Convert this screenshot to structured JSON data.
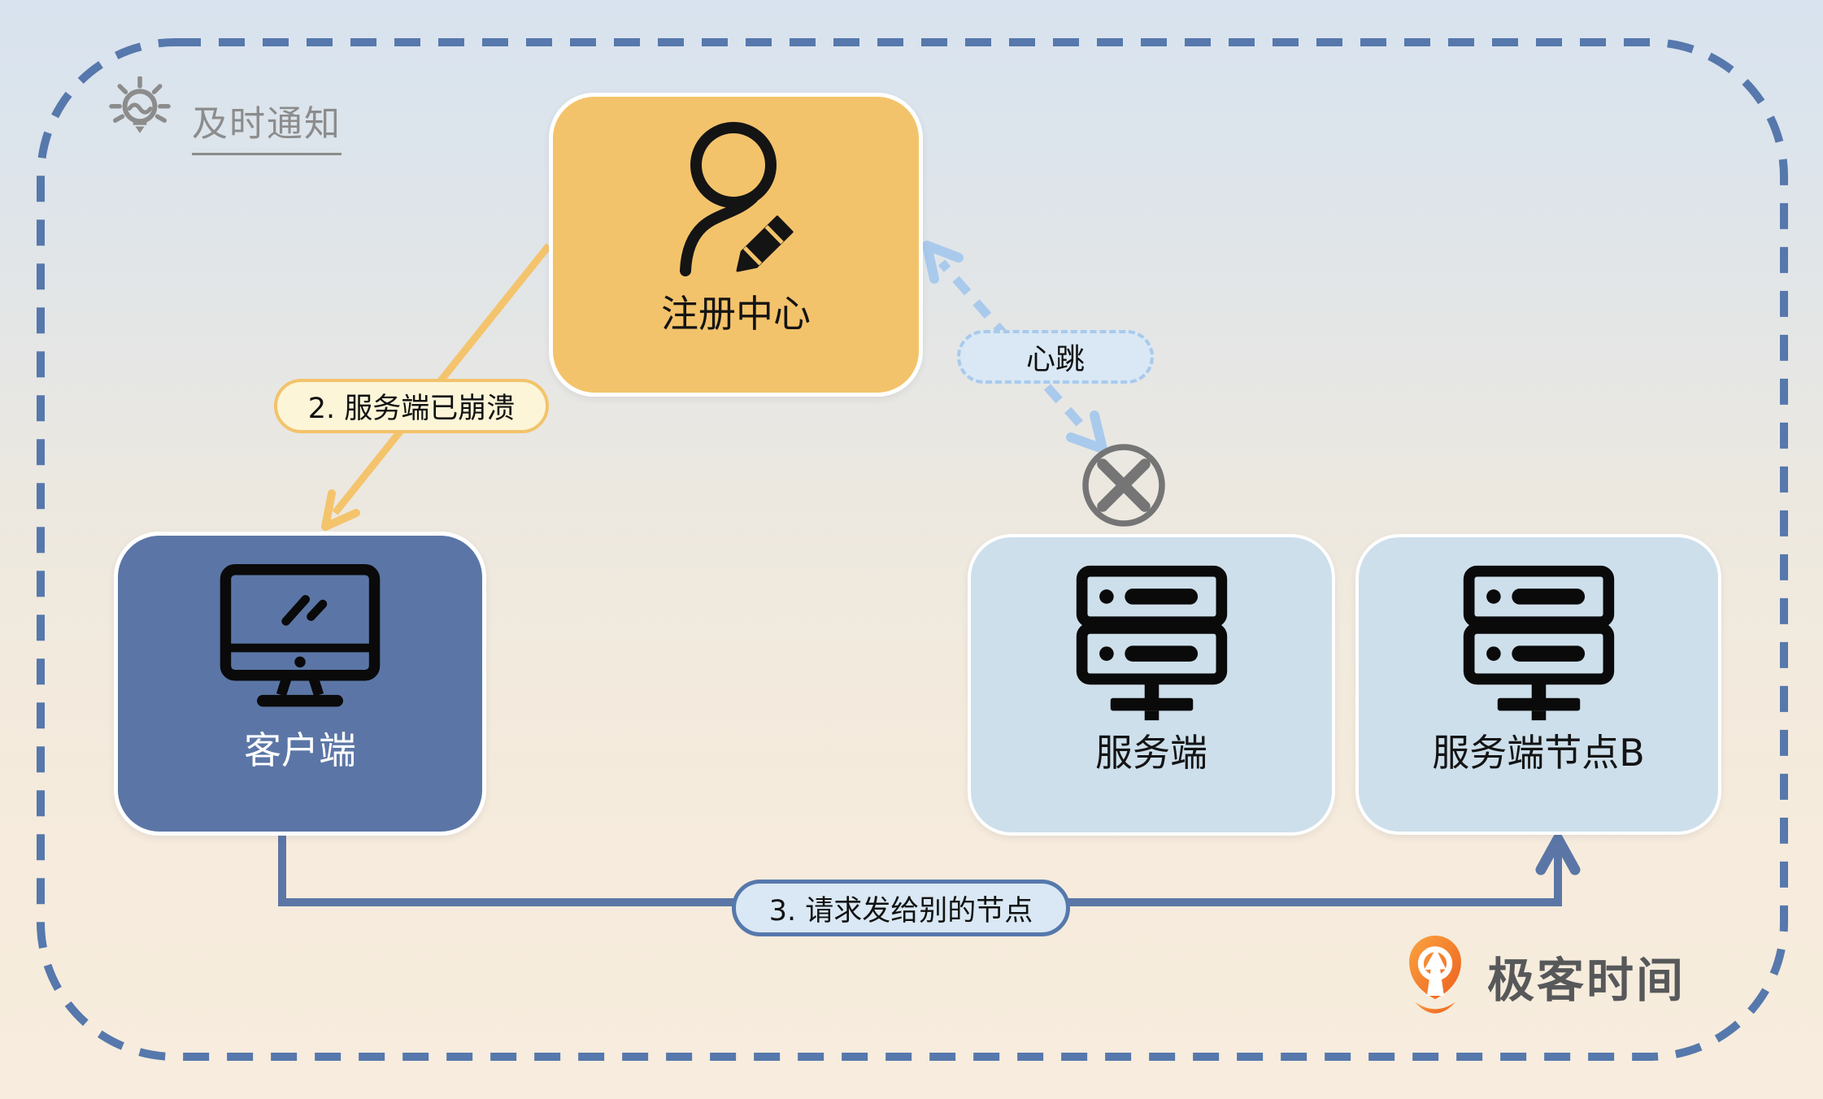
{
  "hint": {
    "label": "及时通知"
  },
  "nodes": {
    "registry": {
      "label": "注册中心",
      "color": "#F3C36B"
    },
    "client": {
      "label": "客户端",
      "color": "#5B76A6"
    },
    "server": {
      "label": "服务端",
      "color": "#CDDFEB"
    },
    "server_node_b": {
      "label": "服务端节点B",
      "color": "#CDDFEB"
    }
  },
  "labels": {
    "heartbeat": "心跳",
    "crash_notice": "2. 服务端已崩溃",
    "reroute": "3. 请求发给别的节点"
  },
  "logo": {
    "text": "极客时间",
    "color": "#EE6A1F"
  },
  "colors": {
    "frame": "#5678AC",
    "arrow_crash": "#F4C46D",
    "arrow_heartbeat": "#A9CAEC",
    "arrow_reroute": "#5B76A6",
    "fail_mark": "#757575",
    "bg_top": "#D8E3EF",
    "bg_bottom": "#F7ECDD"
  }
}
